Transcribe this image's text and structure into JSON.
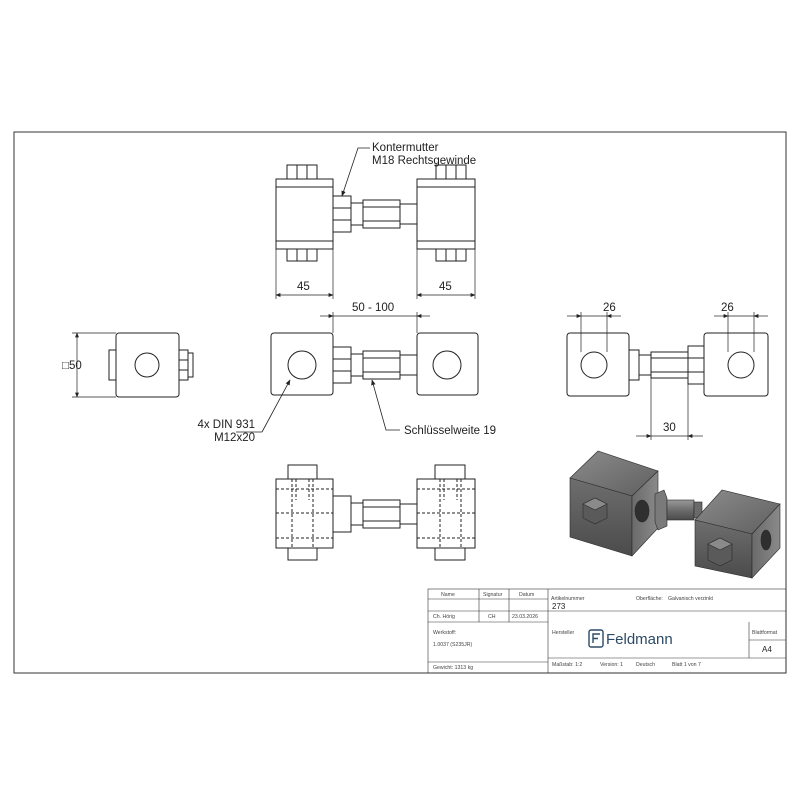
{
  "annotations": {
    "locknut": [
      "Kontermutter",
      "M18 Rechtsgewinde"
    ],
    "bolts": [
      "4x DIN 931",
      "M12x20"
    ],
    "wrench": "Schlüsselweite 19"
  },
  "dimensions": {
    "width_left": "45",
    "width_right": "45",
    "adjust_range": "50 - 100",
    "square": "□50",
    "hole_left": "26",
    "hole_right": "26",
    "gap": "30"
  },
  "title_block": {
    "headers": {
      "name": "Name",
      "signature": "Signatur",
      "date": "Datum",
      "article": "Artikelnummer",
      "surface": "Oberfläche:"
    },
    "drawn_by": {
      "label": "Ch. Hörig",
      "signature": "CH",
      "date": "23.03.2026"
    },
    "article_number": "273",
    "surface_value": "Galvanisch verzinkt",
    "material_label": "Werkstoff:",
    "material_value": "1.0037 (S235JR)",
    "manufacturer_label": "Hersteller",
    "brand": "Feldmann",
    "sheet_format_label": "Blattformat",
    "sheet_format": "A4",
    "weight": "Gewicht: 1313 kg",
    "scale": "Maßstab: 1:2",
    "version": "Version: 1",
    "language": "Deutsch",
    "sheet": "Blatt 1 von 7"
  }
}
